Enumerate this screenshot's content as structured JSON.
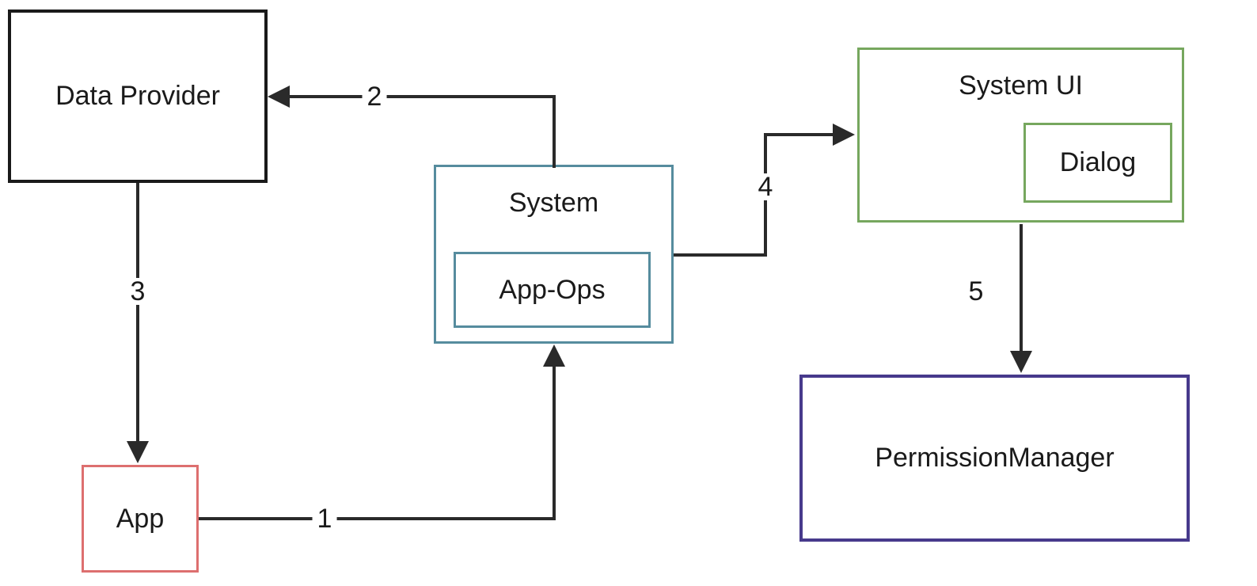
{
  "nodes": {
    "data_provider": {
      "label": "Data Provider",
      "border_color": "#1a1a1a"
    },
    "app": {
      "label": "App",
      "border_color": "#dd6f6f"
    },
    "system": {
      "label": "System",
      "border_color": "#568c9e"
    },
    "app_ops": {
      "label": "App-Ops",
      "border_color": "#568c9e"
    },
    "system_ui": {
      "label": "System UI",
      "border_color": "#76a75e"
    },
    "dialog": {
      "label": "Dialog",
      "border_color": "#76a75e"
    },
    "permission_manager": {
      "label": "PermissionManager",
      "border_color": "#473a8c"
    }
  },
  "edges": {
    "step1": {
      "label": "1",
      "from": "app",
      "to": "system"
    },
    "step2": {
      "label": "2",
      "from": "system",
      "to": "data_provider"
    },
    "step3": {
      "label": "3",
      "from": "data_provider",
      "to": "app"
    },
    "step4": {
      "label": "4",
      "from": "system",
      "to": "system_ui"
    },
    "step5": {
      "label": "5",
      "from": "system_ui",
      "to": "permission_manager"
    }
  },
  "colors": {
    "background": "#ffffff",
    "arrow": "#2a2a2a",
    "text": "#1a1a1a"
  }
}
